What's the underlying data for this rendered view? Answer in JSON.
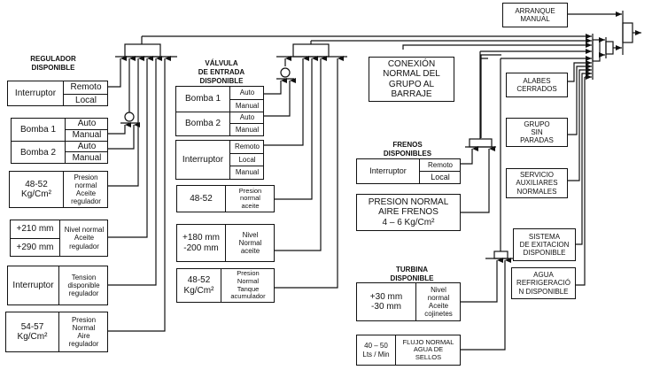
{
  "diagram": {
    "type": "logic-block-diagram",
    "language": "es"
  },
  "regulador": {
    "title": "REGULADOR\nDISPONIBLE",
    "interruptor": {
      "label": "Interruptor",
      "opt1": "Remoto",
      "opt2": "Local"
    },
    "bomba1": {
      "label": "Bomba 1",
      "opt1": "Auto",
      "opt2": "Manual"
    },
    "bomba2": {
      "label": "Bomba 2",
      "opt1": "Auto",
      "opt2": "Manual"
    },
    "presion_aceite": {
      "value": "48-52\nKg/Cm²",
      "desc": "Presion\nnormal\nAceite\nregulador"
    },
    "nivel_aceite": {
      "value1": "+210 mm",
      "value2": "+290 mm",
      "desc": "Nivel normal\nAceite\nregulador"
    },
    "tension": {
      "value": "Interruptor",
      "desc": "Tension\ndisponible\nregulador"
    },
    "presion_aire": {
      "value": "54-57\nKg/Cm²",
      "desc": "Presion\nNormal\nAire\nregulador"
    }
  },
  "valvula": {
    "title": "VÁLVULA\nDE ENTRADA\nDISPONIBLE",
    "bomba1": {
      "label": "Bomba 1",
      "opt1": "Auto",
      "opt2": "Manual"
    },
    "bomba2": {
      "label": "Bomba 2",
      "opt1": "Auto",
      "opt2": "Manual"
    },
    "interruptor": {
      "label": "Interruptor",
      "opt1": "Remoto",
      "opt2": "Local",
      "opt3": "Manual"
    },
    "presion_aceite": {
      "value": "48-52",
      "desc": "Presion\nnormal\naceite"
    },
    "nivel_aceite": {
      "value": "+180 mm\n-200 mm",
      "desc": "Nivel\nNormal\naceite"
    },
    "presion_tanque": {
      "value": "48-52\nKg/Cm²",
      "desc": "Presion\nNormal\nTanque\nacumulador"
    }
  },
  "conexion": {
    "label": "CONEXIÓN\nNORMAL DEL\nGRUPO AL\nBARRAJE"
  },
  "frenos": {
    "title": "FRENOS\nDISPONIBLES",
    "interruptor": {
      "label": "Interruptor",
      "opt1": "Remoto",
      "opt2": "Local"
    },
    "presion_aire": {
      "label": "PRESION NORMAL\nAIRE FRENOS\n4 – 6 Kg/Cm²"
    }
  },
  "turbina": {
    "title": "TURBINA\nDISPONIBLE",
    "nivel_aceite": {
      "value": "+30 mm\n-30 mm",
      "desc": "Nivel\nnormal\nAceite\ncojinetes"
    },
    "flujo_agua": {
      "value": "40 – 50\nLts / Min",
      "desc": "FLUJO NORMAL\nAGUA DE\nSELLOS"
    }
  },
  "right_conditions": {
    "arranque_manual": "ARRANQUE\nMANUAL",
    "alabes": "ALABES\nCERRADOS",
    "grupo": "GRUPO\nSIN\nPARADAS",
    "servicio": "SERVICIO\nAUXILIARES\nNORMALES",
    "excitacion": "SISTEMA\nDE EXITACION\nDISPONIBLE",
    "agua": "AGUA\nREFRIGERACIÓ\nN DISPONIBLE"
  }
}
